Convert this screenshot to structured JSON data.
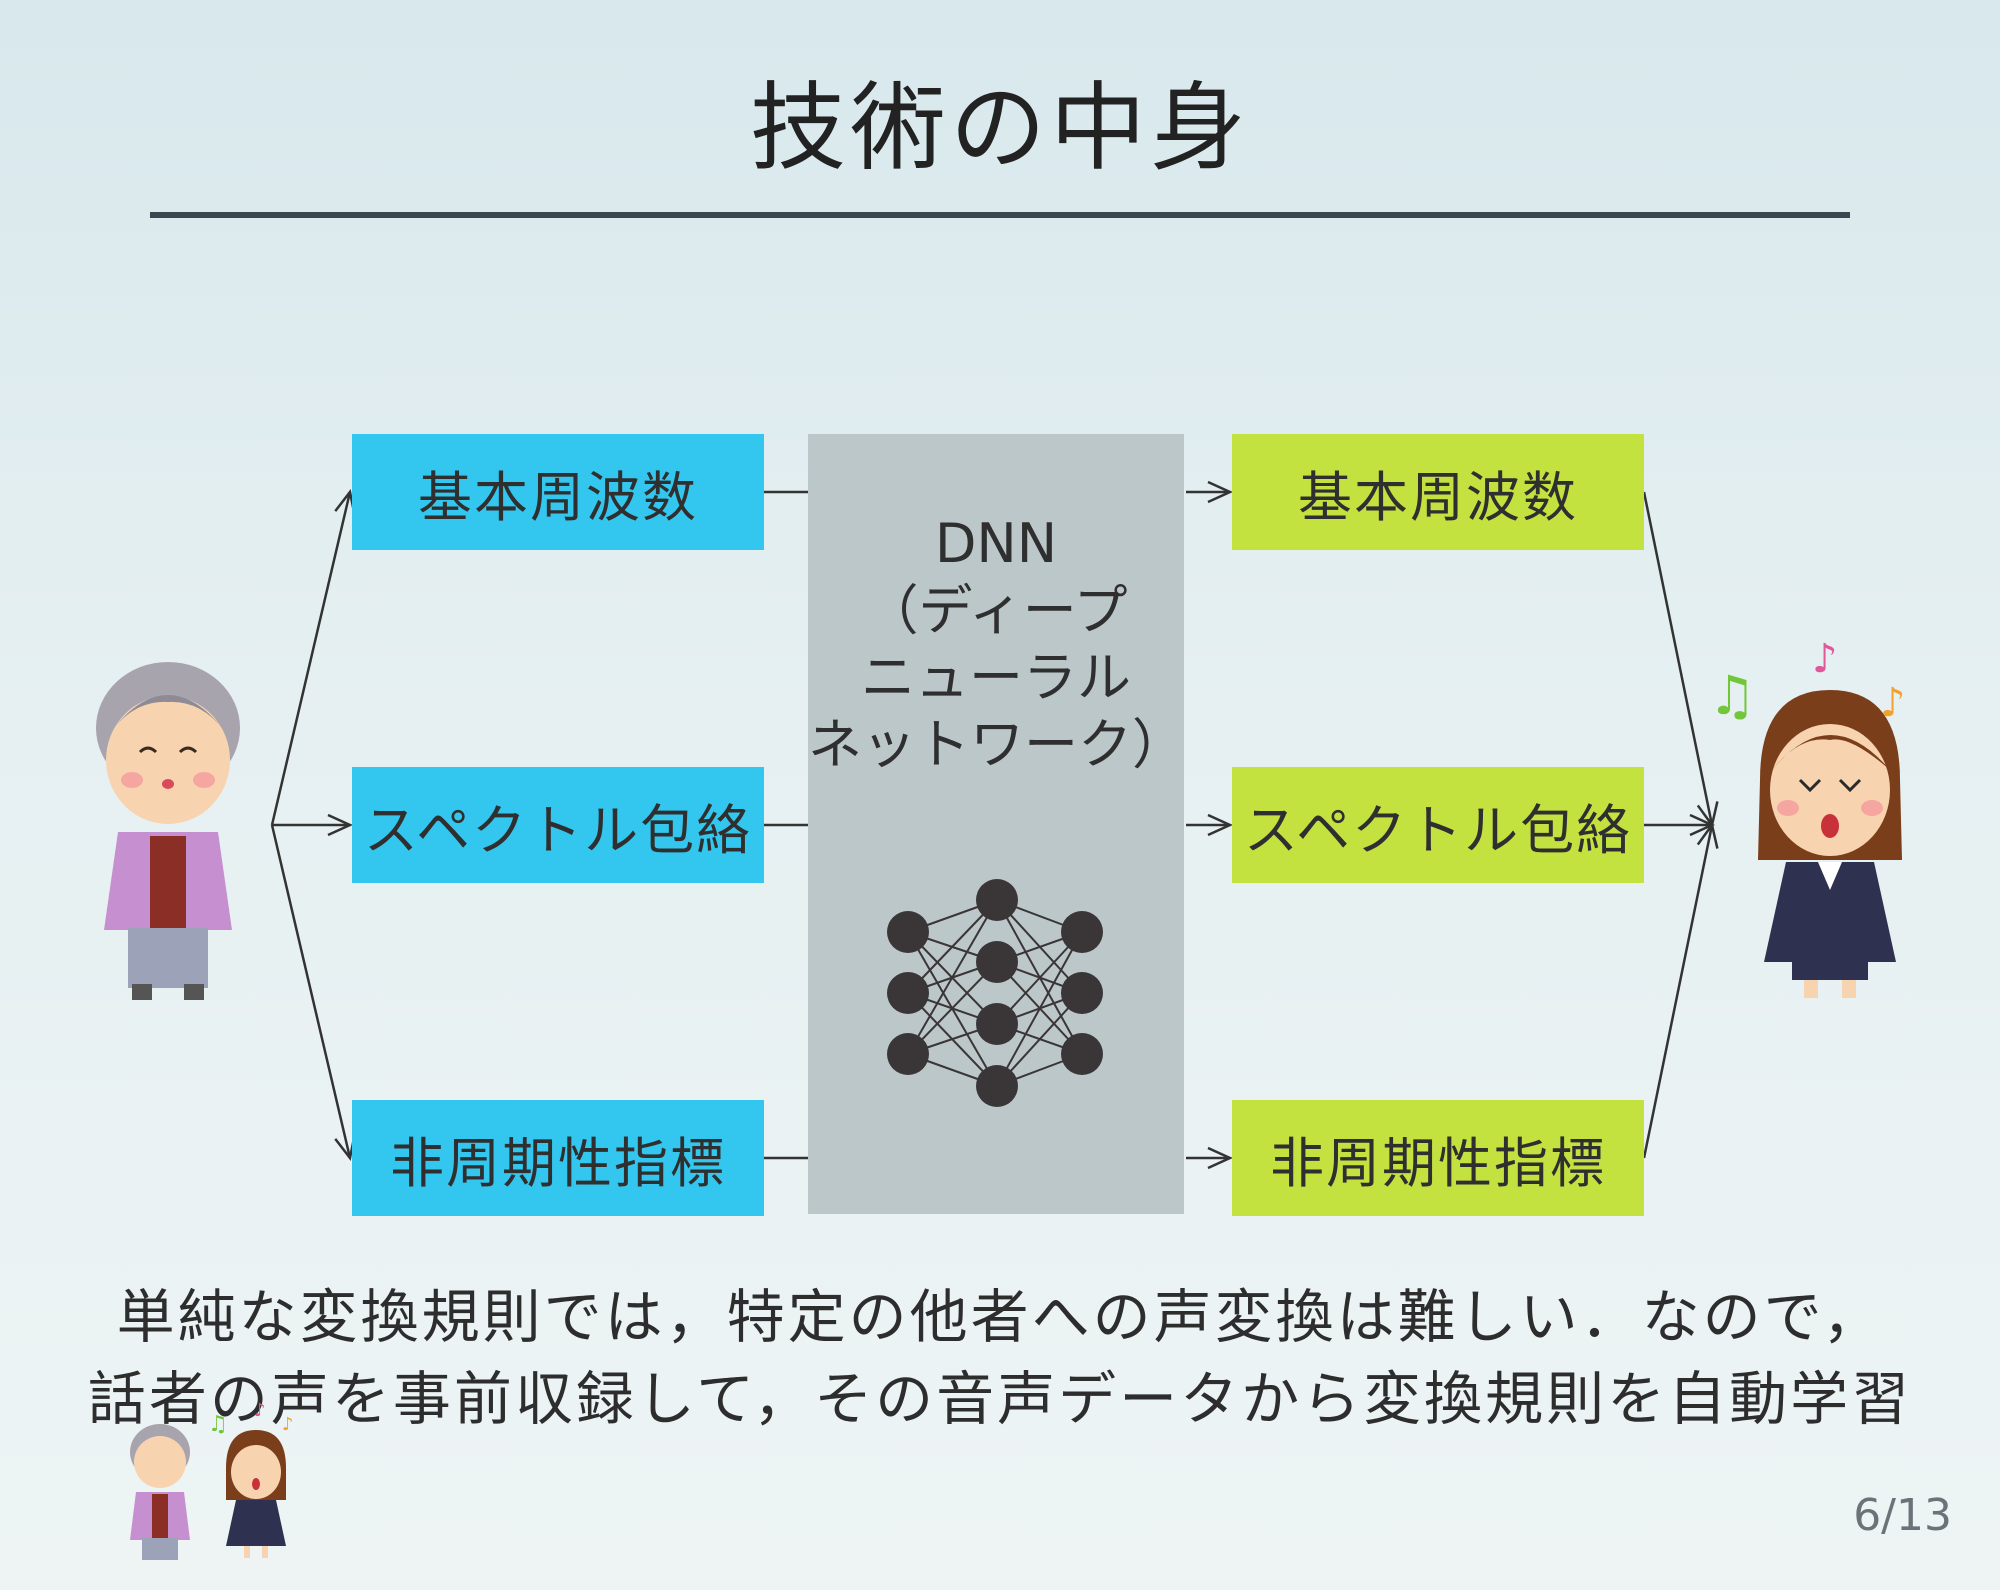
{
  "slide": {
    "title": "技術の中身",
    "page_number": "6/13"
  },
  "inputs": [
    "基本周波数",
    "スペクトル包絡",
    "非周期性指標"
  ],
  "outputs": [
    "基本周波数",
    "スペクトル包絡",
    "非周期性指標"
  ],
  "dnn": {
    "label_lines": [
      "DNN",
      "（ディープ",
      "ニューラル",
      "ネットワーク）"
    ]
  },
  "caption": {
    "line1": "単純な変換規則では，特定の他者への声変換は難しい．なので，",
    "line2": "話者の声を事前収録して，その音声データから変換規則を自動学習"
  },
  "colors": {
    "input_box": "#33c7ef",
    "output_box": "#c3e13f",
    "dnn_panel": "#bcc7ca",
    "network_node": "#3a3536"
  },
  "icons": {
    "source_speaker": "elderly-woman-icon",
    "target_speaker": "singing-girl-icon",
    "notes": "music-note-icon"
  }
}
